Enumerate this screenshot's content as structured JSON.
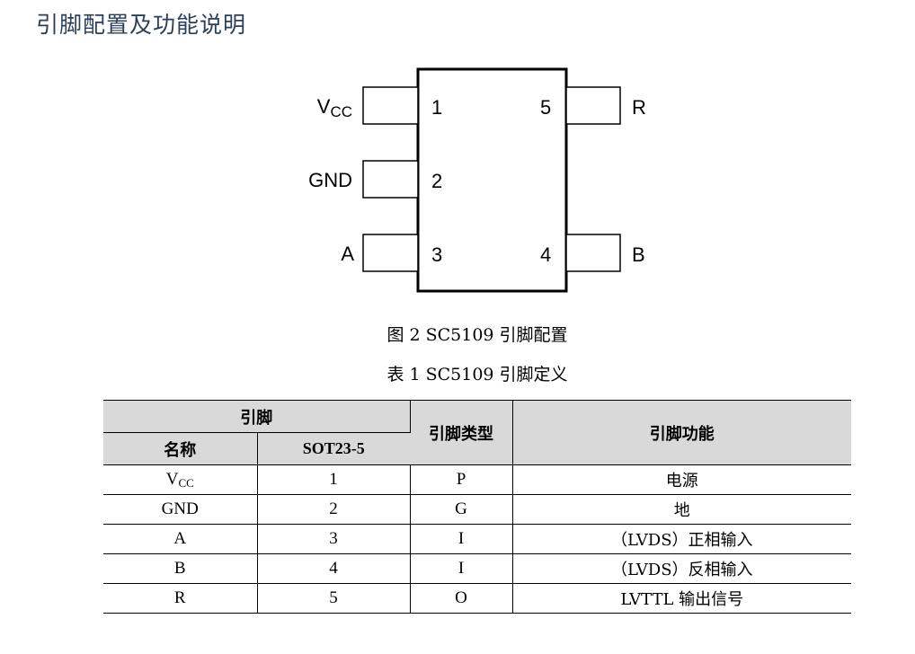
{
  "section_title": "引脚配置及功能说明",
  "figure": {
    "caption": "图 2 SC5109 引脚配置",
    "left_pins": [
      {
        "number": "1",
        "name_main": "V",
        "name_sub": "CC"
      },
      {
        "number": "2",
        "name_main": "GND",
        "name_sub": ""
      },
      {
        "number": "3",
        "name_main": "A",
        "name_sub": ""
      }
    ],
    "right_pins": [
      {
        "number": "5",
        "name_main": "R"
      },
      {
        "number": "4",
        "name_main": "B"
      }
    ]
  },
  "table": {
    "caption": "表 1 SC5109 引脚定义",
    "header": {
      "group": "引脚",
      "name": "名称",
      "package": "SOT23-5",
      "type": "引脚类型",
      "function": "引脚功能"
    },
    "rows": [
      {
        "name_main": "V",
        "name_sub": "CC",
        "pin": "1",
        "type": "P",
        "function": "电源"
      },
      {
        "name_main": "GND",
        "name_sub": "",
        "pin": "2",
        "type": "G",
        "function": "地"
      },
      {
        "name_main": "A",
        "name_sub": "",
        "pin": "3",
        "type": "I",
        "function": "（LVDS）正相输入"
      },
      {
        "name_main": "B",
        "name_sub": "",
        "pin": "4",
        "type": "I",
        "function": "（LVDS）反相输入"
      },
      {
        "name_main": "R",
        "name_sub": "",
        "pin": "5",
        "type": "O",
        "function": "LVTTL 输出信号"
      }
    ]
  }
}
